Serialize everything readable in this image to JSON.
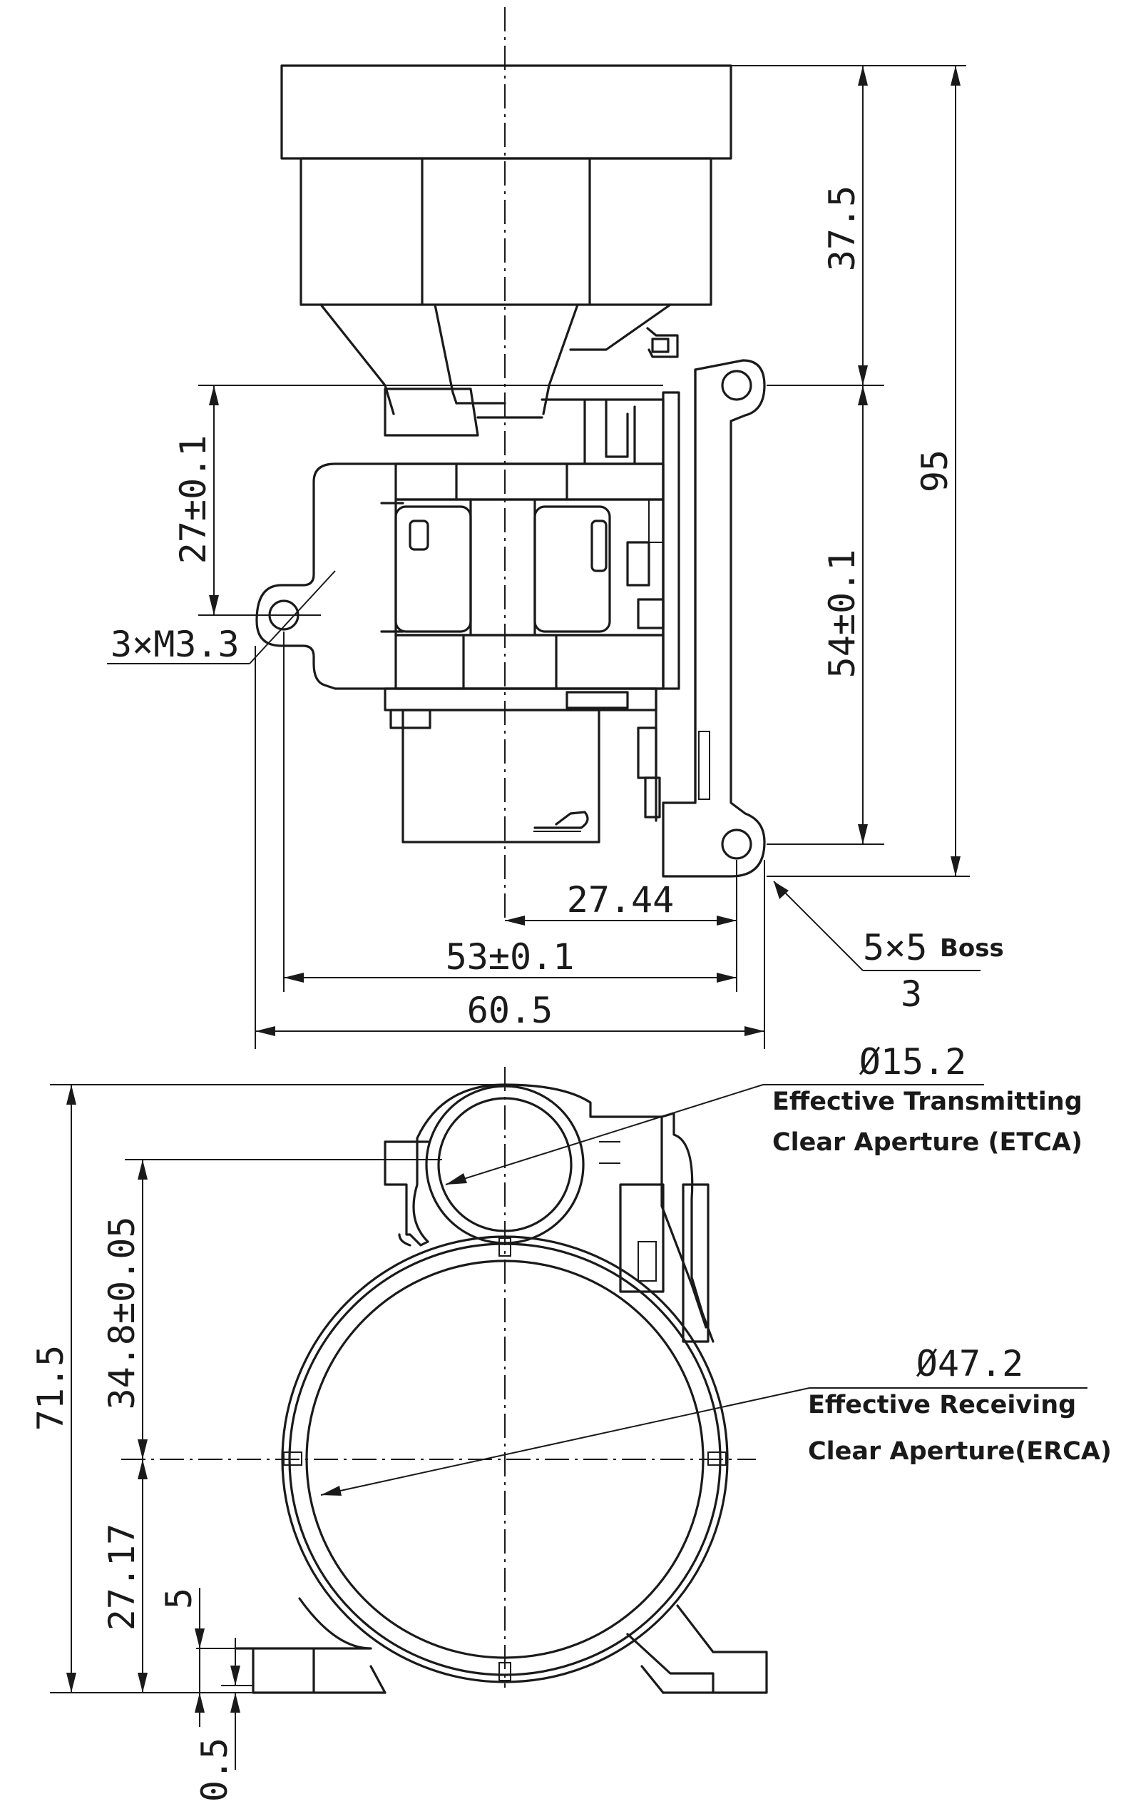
{
  "top_view": {
    "dim_total_height": "95",
    "dim_upper_height": "37.5",
    "dim_hole_spacing_v": "54±0.1",
    "dim_left_height": "27±0.1",
    "label_threads": "3×M3.3",
    "dim_center_offset": "27.44",
    "dim_hole_spacing_h": "53±0.1",
    "dim_total_width": "60.5",
    "boss_label": "5×5",
    "boss_word": "Boss",
    "boss_height": "3"
  },
  "front_view": {
    "dim_tx_diameter": "Ø15.2",
    "tx_note_line1": "Effective Transmitting",
    "tx_note_line2": "Clear Aperture (ETCA)",
    "dim_rx_diameter": "Ø47.2",
    "rx_note_line1": "Effective Receiving",
    "rx_note_line2": "Clear Aperture(ERCA)",
    "dim_total_height": "71.5",
    "dim_axis_spacing": "34.8±0.05",
    "dim_rx_axis_height": "27.17",
    "dim_foot_height": "5",
    "dim_foot_offset": "0.5"
  }
}
